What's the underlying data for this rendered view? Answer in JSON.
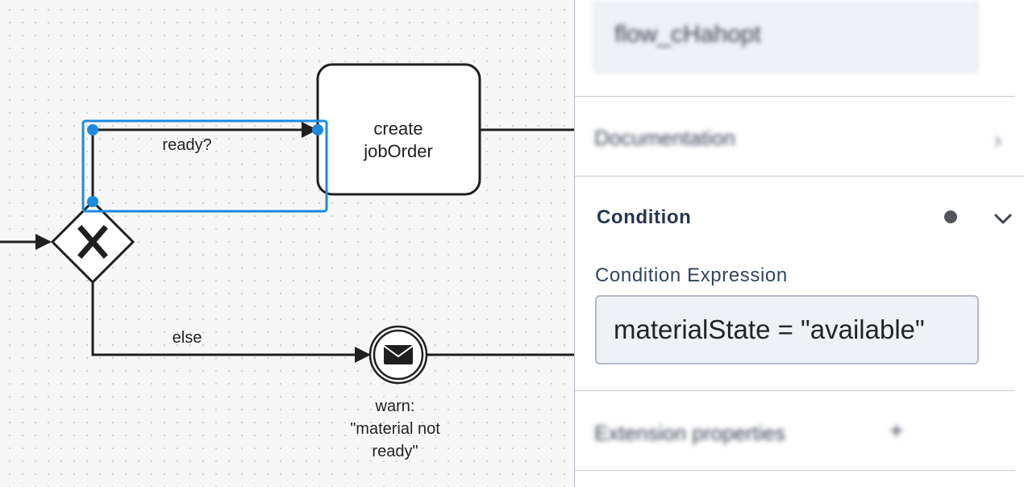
{
  "canvas": {
    "task_label": "create\njobOrder",
    "flow_ready_label": "ready?",
    "flow_else_label": "else",
    "event_label": "warn:\n\"material not\nready\"",
    "gateway_icon": "exclusive-gateway-x-icon",
    "event_icon": "envelope-icon",
    "selection_color": "#1a8be0"
  },
  "panel": {
    "id_value": "flow_cHahopt",
    "documentation_title": "Documentation",
    "condition": {
      "title": "Condition",
      "field_label": "Condition Expression",
      "expression_value": "materialState = \"available\""
    },
    "extension_title": "Extension properties",
    "add_icon": "plus-icon",
    "collapse_icon": "chevron-down-icon",
    "expand_icon": "chevron-right-icon",
    "status_icon": "dot-icon"
  }
}
